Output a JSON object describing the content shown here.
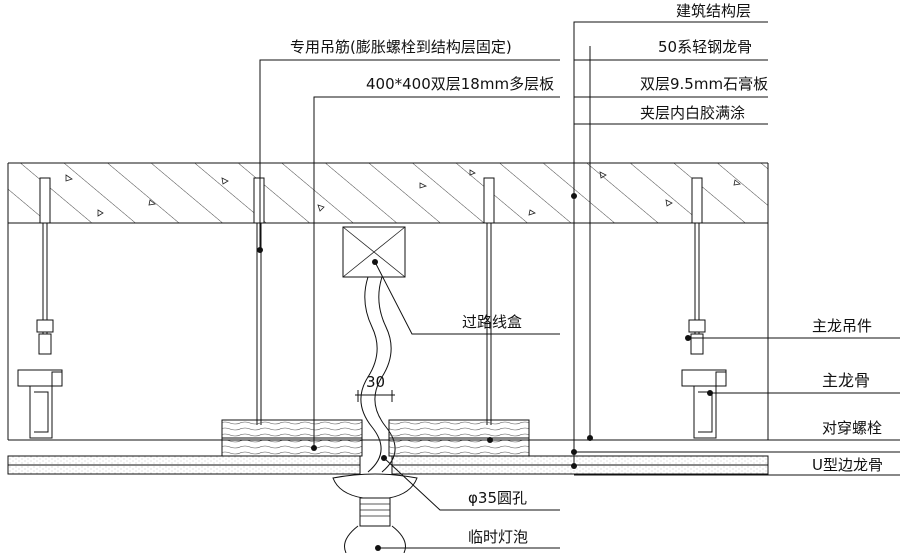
{
  "labels": {
    "hanger_rod": "专用吊筋(膨胀螺栓到结构层固定)",
    "plywood": "400*400双层18mm多层板",
    "structure": "建筑结构层",
    "light_keel": "50系轻钢龙骨",
    "gypsum": "双层9.5mm石膏板",
    "glue": "夹层内白胶满涂",
    "junction_box": "过路线盒",
    "main_hanger": "主龙吊件",
    "main_keel": "主龙骨",
    "through_bolt": "对穿螺栓",
    "u_edge_keel": "U型边龙骨",
    "round_hole": "φ35圆孔",
    "temp_bulb": "临时灯泡",
    "dimension": "30"
  }
}
